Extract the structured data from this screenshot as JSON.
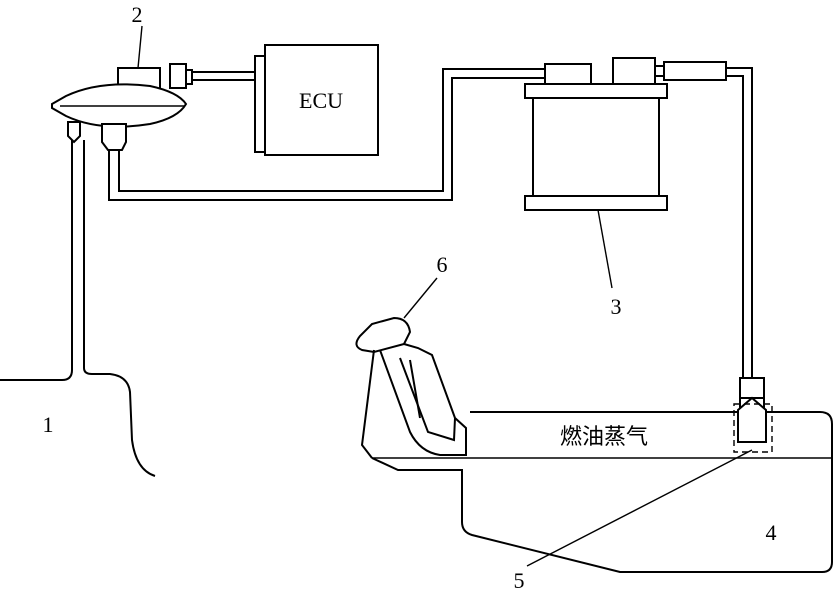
{
  "diagram": {
    "ecu_label": "ECU",
    "vapor_label": "燃油蒸气",
    "callouts": {
      "c1": "1",
      "c2": "2",
      "c3": "3",
      "c4": "4",
      "c5": "5",
      "c6": "6"
    }
  },
  "colors": {
    "stroke": "#000000",
    "background": "#ffffff"
  }
}
